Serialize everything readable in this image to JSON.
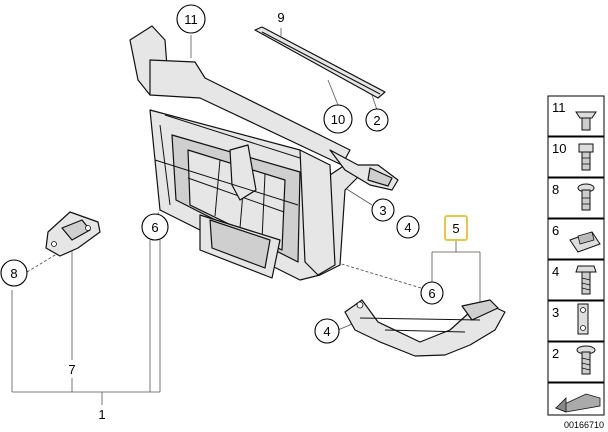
{
  "callouts": {
    "c11_top": "11",
    "c9": "9",
    "c10": "10",
    "c2": "2",
    "c3": "3",
    "c4_right": "4",
    "c5": "5",
    "c6_left": "6",
    "c6_right": "6",
    "c8": "8",
    "c7": "7",
    "c1": "1",
    "c4_bottom": "4"
  },
  "legend": [
    {
      "number": "11",
      "icon": "push-rivet-icon"
    },
    {
      "number": "10",
      "icon": "clip-nut-icon"
    },
    {
      "number": "8",
      "icon": "plastic-rivet-icon"
    },
    {
      "number": "6",
      "icon": "spring-nut-icon"
    },
    {
      "number": "4",
      "icon": "hex-bolt-icon"
    },
    {
      "number": "3",
      "icon": "bracket-strip-icon"
    },
    {
      "number": "2",
      "icon": "flange-bolt-icon"
    }
  ],
  "reference_number": "00166710",
  "colors": {
    "highlight": "#e8c64a",
    "line": "#111111"
  }
}
